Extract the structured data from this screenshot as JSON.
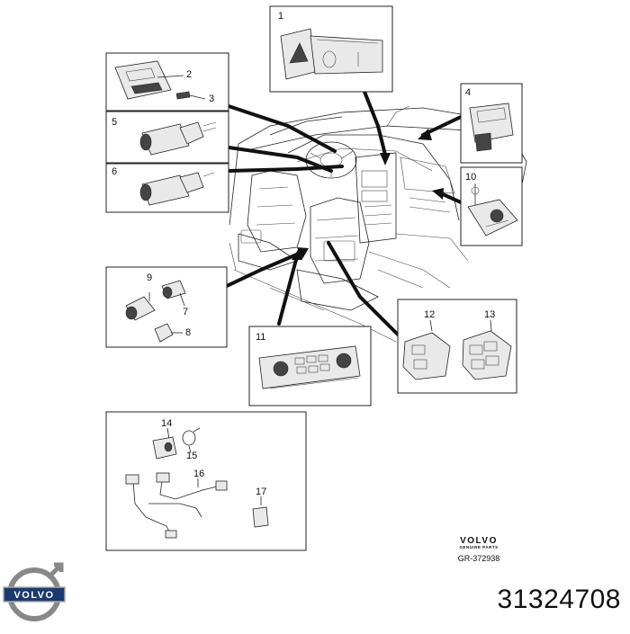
{
  "callouts": {
    "c1": "1",
    "c2": "2",
    "c3": "3",
    "c4": "4",
    "c5": "5",
    "c6": "6",
    "c7": "7",
    "c8": "8",
    "c9": "9",
    "c10": "10",
    "c11": "11",
    "c12": "12",
    "c13": "13",
    "c14": "14",
    "c15": "15",
    "c16": "16",
    "c17": "17"
  },
  "brand": {
    "name": "VOLVO",
    "subtitle": "GENUINE PARTS",
    "drawing_ref": "GR-372938",
    "logo_text": "VOLVO"
  },
  "part_number": "31324708"
}
